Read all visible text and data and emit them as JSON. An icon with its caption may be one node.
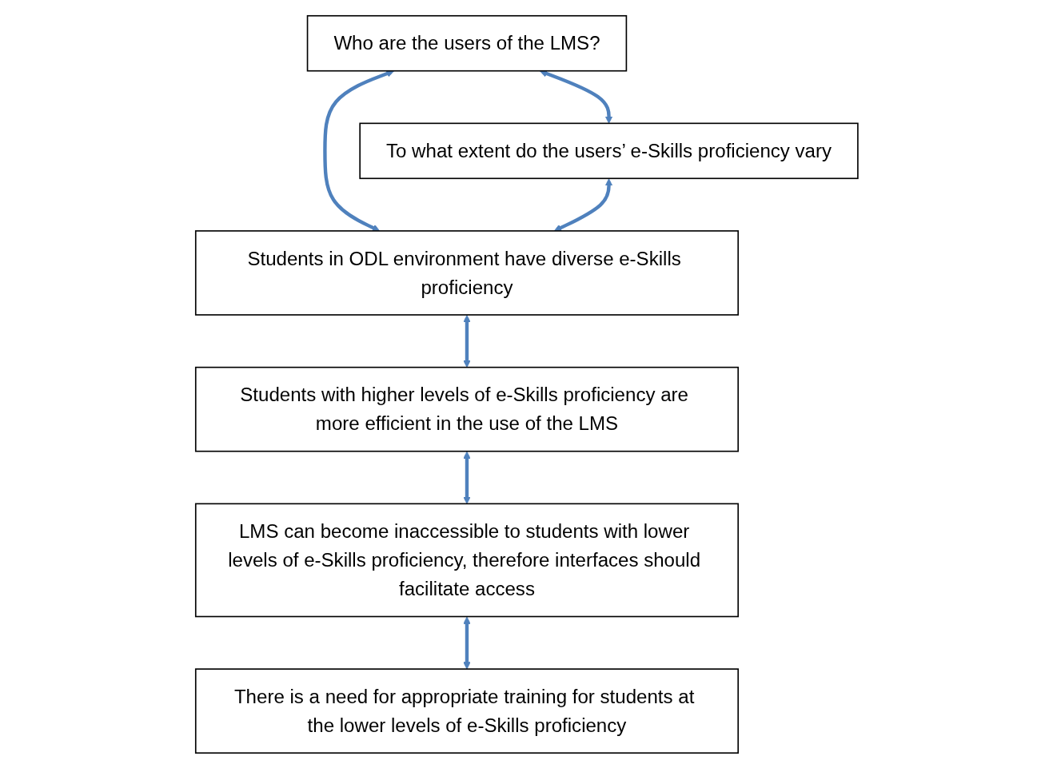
{
  "diagram": {
    "nodes": [
      {
        "text": [
          "Who are the users of the LMS?"
        ]
      },
      {
        "text": [
          "To what extent do the users’ e-Skills proficiency vary"
        ]
      },
      {
        "text": [
          "Students in ODL environment have diverse e-Skills proficiency"
        ]
      },
      {
        "text": [
          "Students with higher levels of e-Skills proficiency are more efficient in the use of the LMS"
        ]
      },
      {
        "text": [
          "LMS can become inaccessible to students with lower levels of e-Skills proficiency, therefore interfaces should facilitate access"
        ]
      },
      {
        "text": [
          "There is a need for appropriate training for students at the lower levels of e-Skills proficiency"
        ]
      }
    ],
    "edges": [
      {
        "from": 0,
        "to": 1,
        "arrow": "both"
      },
      {
        "from": 0,
        "to": 2,
        "arrow": "both"
      },
      {
        "from": 1,
        "to": 2,
        "arrow": "both"
      },
      {
        "from": 2,
        "to": 3,
        "arrow": "both"
      },
      {
        "from": 3,
        "to": 4,
        "arrow": "both"
      },
      {
        "from": 4,
        "to": 5,
        "arrow": "both"
      }
    ]
  }
}
